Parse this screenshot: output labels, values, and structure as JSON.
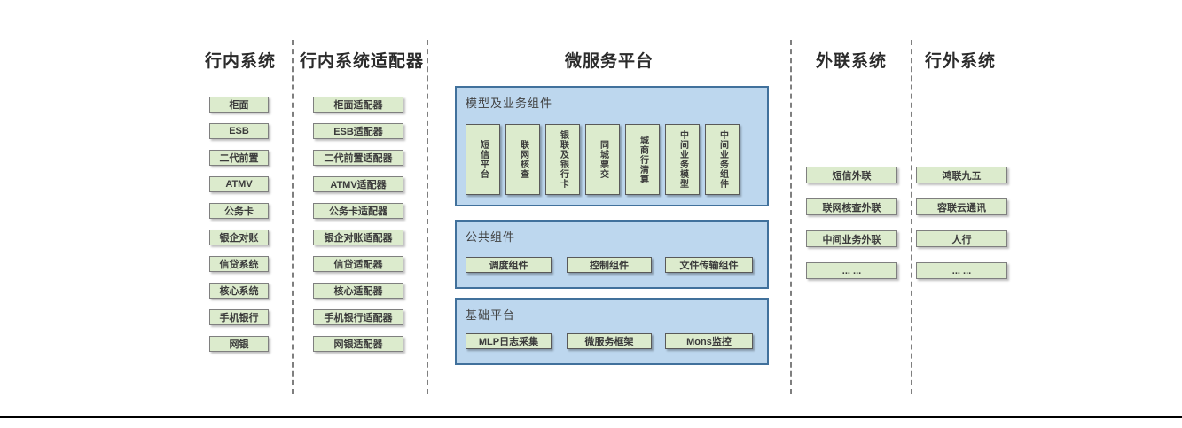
{
  "columns": [
    {
      "title": "行内系统",
      "boxes": [
        "柜面",
        "ESB",
        "二代前置",
        "ATMV",
        "公务卡",
        "银企对账",
        "信贷系统",
        "核心系统",
        "手机银行",
        "网银"
      ]
    },
    {
      "title": "行内系统适配器",
      "boxes": [
        "柜面适配器",
        "ESB适配器",
        "二代前置适配器",
        "ATMV适配器",
        "公务卡适配器",
        "银企对账适配器",
        "信贷适配器",
        "核心适配器",
        "手机银行适配器",
        "网银适配器"
      ]
    },
    {
      "title": "微服务平台"
    },
    {
      "title": "外联系统",
      "boxes": [
        "短信外联",
        "联网核查外联",
        "中间业务外联",
        "... ..."
      ]
    },
    {
      "title": "行外系统",
      "boxes": [
        "鸿联九五",
        "容联云通讯",
        "人行",
        "... ..."
      ]
    }
  ],
  "platform": {
    "sections": [
      {
        "title": "模型及业务组件",
        "boxes": [
          "短信平台",
          "联网核查",
          "银联及银行卡",
          "同城票交",
          "城商行清算",
          "中间业务模型",
          "中间业务组件"
        ]
      },
      {
        "title": "公共组件",
        "boxes": [
          "调度组件",
          "控制组件",
          "文件传输组件"
        ]
      },
      {
        "title": "基础平台",
        "boxes": [
          "MLP日志采集",
          "微服务框架",
          "Mons监控"
        ]
      }
    ]
  },
  "colors": {
    "green_fill": "#dcebcd",
    "green_border": "#7f7f7f",
    "blue_fill": "#bdd7ee",
    "blue_border": "#41719c",
    "divider": "#7f7f7f",
    "bottom_line": "#000000",
    "text": "#3b3b3b"
  }
}
